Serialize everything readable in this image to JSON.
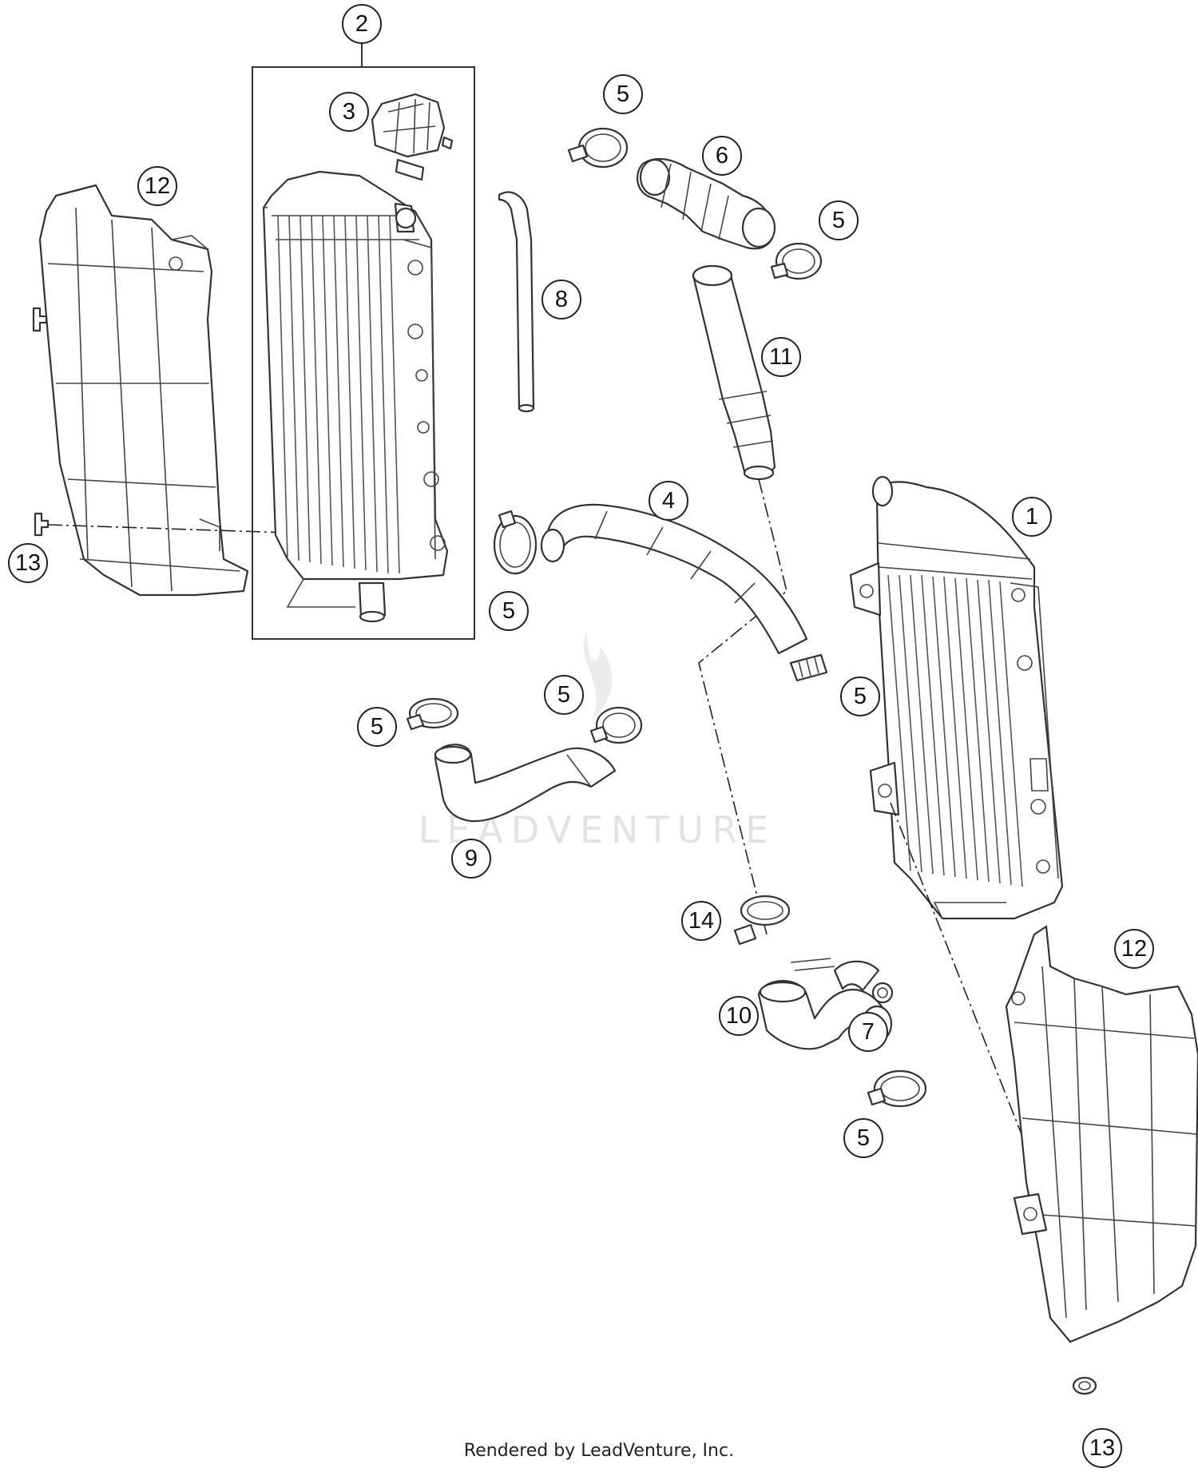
{
  "diagram": {
    "callouts": [
      {
        "id": "c2",
        "label": "2"
      },
      {
        "id": "c3",
        "label": "3"
      },
      {
        "id": "c12a",
        "label": "12"
      },
      {
        "id": "c13a",
        "label": "13"
      },
      {
        "id": "c8",
        "label": "8"
      },
      {
        "id": "c5a",
        "label": "5"
      },
      {
        "id": "c6",
        "label": "6"
      },
      {
        "id": "c5b",
        "label": "5"
      },
      {
        "id": "c11",
        "label": "11"
      },
      {
        "id": "c4",
        "label": "4"
      },
      {
        "id": "c5c",
        "label": "5"
      },
      {
        "id": "c1",
        "label": "1"
      },
      {
        "id": "c5d",
        "label": "5"
      },
      {
        "id": "c5e",
        "label": "5"
      },
      {
        "id": "c5f",
        "label": "5"
      },
      {
        "id": "c9",
        "label": "9"
      },
      {
        "id": "c14",
        "label": "14"
      },
      {
        "id": "c10",
        "label": "10"
      },
      {
        "id": "c7",
        "label": "7"
      },
      {
        "id": "c5g",
        "label": "5"
      },
      {
        "id": "c12b",
        "label": "12"
      },
      {
        "id": "c13b",
        "label": "13"
      }
    ],
    "watermark": "LEADVENTURE",
    "footer": "Rendered by LeadVenture, Inc."
  }
}
